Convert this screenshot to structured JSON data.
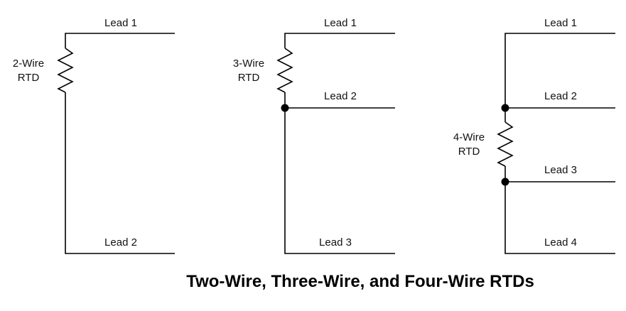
{
  "diagrams": {
    "two_wire": {
      "rtd_line1": "2-Wire",
      "rtd_line2": "RTD",
      "lead1": "Lead 1",
      "lead2": "Lead 2"
    },
    "three_wire": {
      "rtd_line1": "3-Wire",
      "rtd_line2": "RTD",
      "lead1": "Lead 1",
      "lead2": "Lead 2",
      "lead3": "Lead 3"
    },
    "four_wire": {
      "rtd_line1": "4-Wire",
      "rtd_line2": "RTD",
      "lead1": "Lead 1",
      "lead2": "Lead 2",
      "lead3": "Lead 3",
      "lead4": "Lead 4"
    }
  },
  "caption": "Two-Wire, Three-Wire, and Four-Wire RTDs"
}
